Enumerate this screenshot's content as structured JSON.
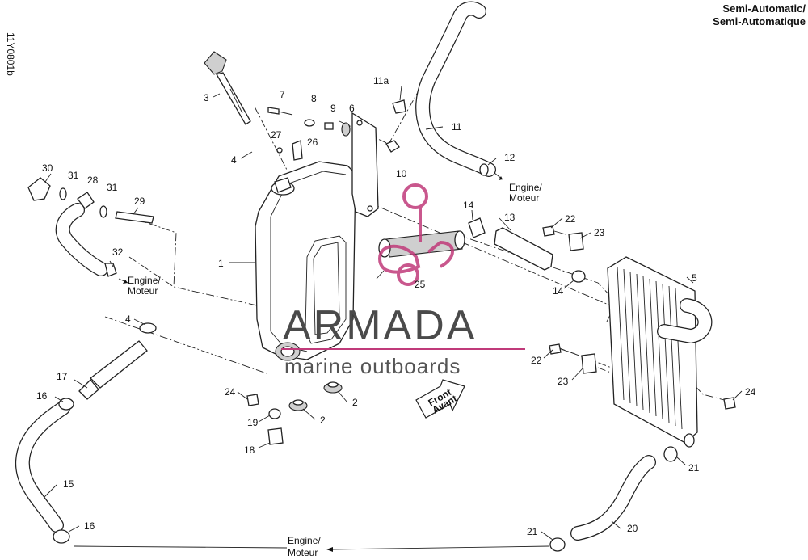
{
  "header": {
    "title_line1": "Semi-Automatic/",
    "title_line2": "Semi-Automatique",
    "side_code": "11Y0801b"
  },
  "watermark": {
    "brand": "ARMADA",
    "tagline": "marine outboards",
    "brand_color": "#c03a7a"
  },
  "badge": {
    "line1": "Front",
    "line2": "Avant"
  },
  "engine_labels": [
    {
      "id": "hose11",
      "line1": "Engine/",
      "line2": "Moteur"
    },
    {
      "id": "hose32",
      "line1": "Engine/",
      "line2": "Moteur"
    },
    {
      "id": "bottom",
      "line1": "Engine/",
      "line2": "Moteur"
    }
  ],
  "callouts": [
    "1",
    "2",
    "2",
    "3",
    "4",
    "4",
    "5",
    "6",
    "7",
    "8",
    "9",
    "10",
    "11a",
    "11",
    "12",
    "13",
    "14",
    "14",
    "15",
    "16",
    "16",
    "17",
    "18",
    "19",
    "20",
    "21",
    "21",
    "22",
    "22",
    "23",
    "23",
    "24",
    "24",
    "25",
    "26",
    "27",
    "28",
    "29",
    "30",
    "31",
    "31",
    "32"
  ]
}
